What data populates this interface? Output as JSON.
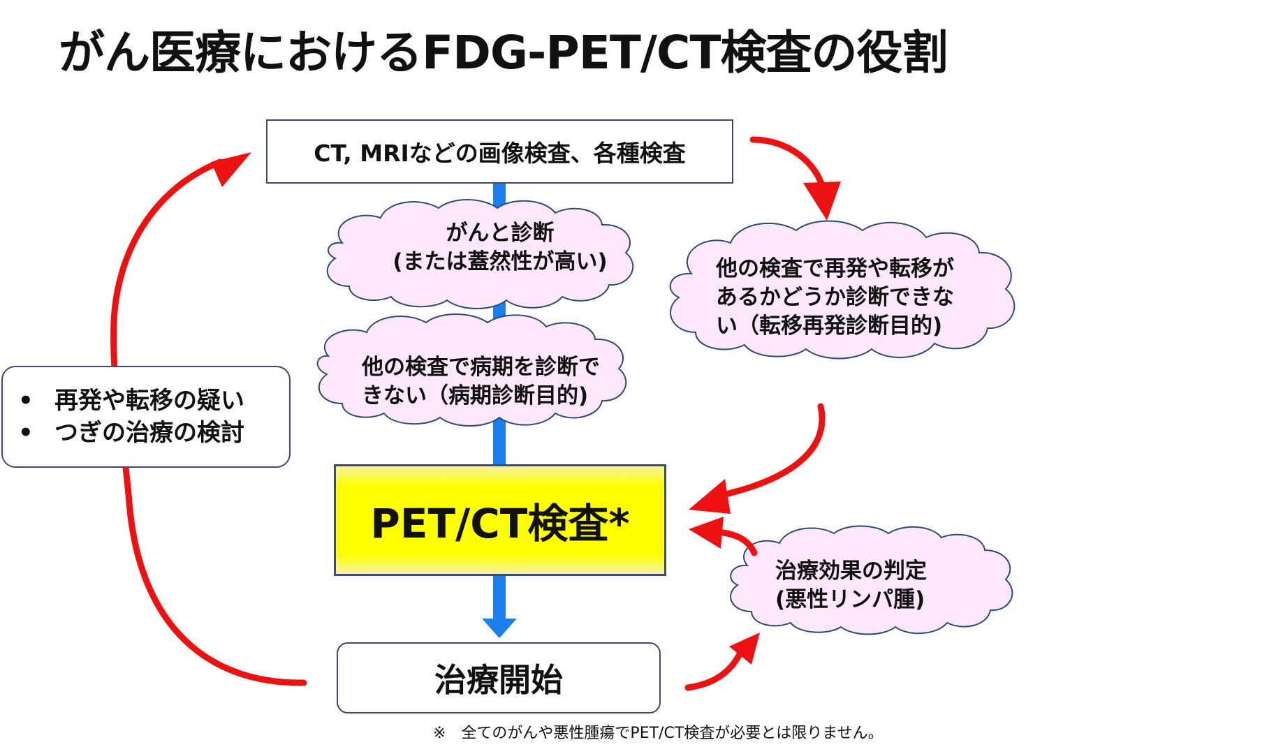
{
  "title": "がん医療におけるFDG-PET/CT検査の役割",
  "boxes": {
    "imaging": "CT, MRIなどの画像検査、各種検査",
    "pet": "PET/CT検査*",
    "treatment": "治療開始"
  },
  "left_box": {
    "items": [
      {
        "bullet": "•",
        "text": "再発や転移の疑い"
      },
      {
        "bullet": "•",
        "text": "つぎの治療の検討"
      }
    ]
  },
  "clouds": {
    "diagnosis": {
      "line1": "がんと診断",
      "line2": "(または蓋然性が高い)"
    },
    "staging": {
      "line1": "他の検査で病期を診断で",
      "line2": "きない（病期診断目的)"
    },
    "recurrence": {
      "line1": "他の検査で再発や転移が",
      "line2": "あるかどうか診断できな",
      "line3": "い（転移再発診断目的)"
    },
    "response": {
      "line1": "治療効果の判定",
      "line2": "(悪性リンパ腫)"
    }
  },
  "footnote": "※　全てのがんや悪性腫瘍でPET/CT検査が必要とは限りません。",
  "colors": {
    "arrow_red": "#ee1111",
    "arrow_blue": "#1a7fef",
    "cloud_fill": "#fce7fb",
    "cloud_stroke": "#2e4a7a",
    "pet_fill": "#ffff00",
    "box_border": "#3f4a6b"
  }
}
